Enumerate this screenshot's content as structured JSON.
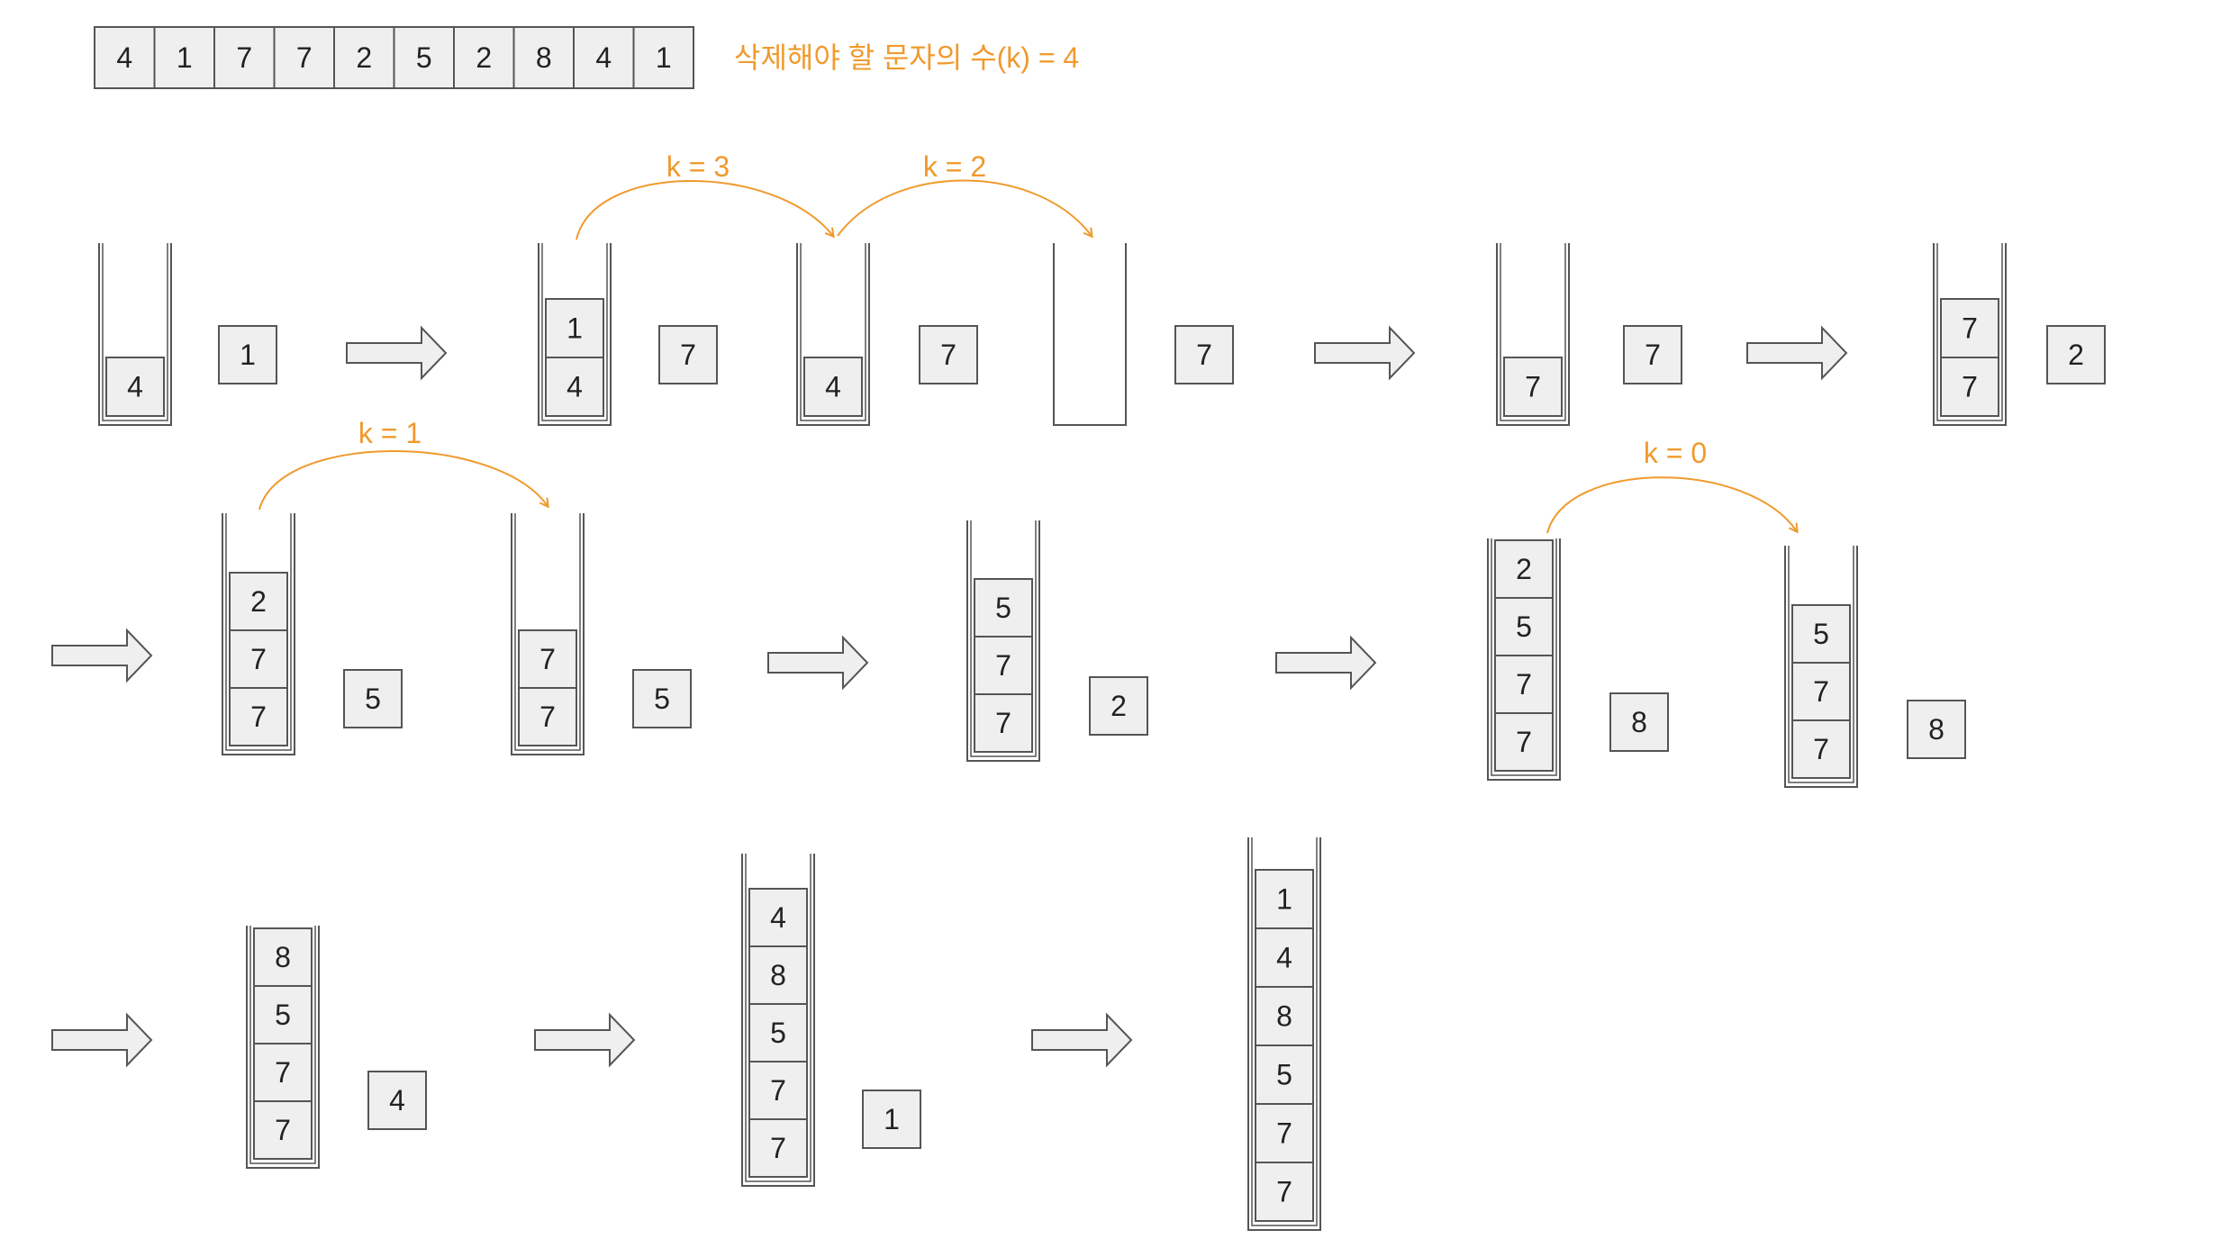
{
  "input_sequence": [
    "4",
    "1",
    "7",
    "7",
    "2",
    "5",
    "2",
    "8",
    "4",
    "1"
  ],
  "delete_count_label": "삭제해야 할 문자의 수(k) = 4",
  "colors": {
    "accent": "#f09a2e",
    "box_fill": "#efefef",
    "stroke": "#555555",
    "text": "#222222"
  },
  "stacks": [
    {
      "items": [
        "4"
      ],
      "incoming": "1"
    },
    {
      "items": [
        "4",
        "1"
      ],
      "incoming": "7"
    },
    {
      "items": [
        "4"
      ],
      "incoming": "7"
    },
    {
      "items": [],
      "incoming": "7"
    },
    {
      "items": [
        "7"
      ],
      "incoming": "7"
    },
    {
      "items": [
        "7",
        "7"
      ],
      "incoming": "2"
    },
    {
      "items": [
        "7",
        "7",
        "2"
      ],
      "incoming": "5"
    },
    {
      "items": [
        "7",
        "7"
      ],
      "incoming": "5"
    },
    {
      "items": [
        "7",
        "7",
        "5"
      ],
      "incoming": "2"
    },
    {
      "items": [
        "7",
        "7",
        "5",
        "2"
      ],
      "incoming": "8"
    },
    {
      "items": [
        "7",
        "7",
        "5"
      ],
      "incoming": "8"
    },
    {
      "items": [
        "7",
        "7",
        "5",
        "8"
      ],
      "incoming": "4"
    },
    {
      "items": [
        "7",
        "7",
        "5",
        "8",
        "4"
      ],
      "incoming": "1"
    },
    {
      "items": [
        "7",
        "7",
        "5",
        "8",
        "4",
        "1"
      ],
      "incoming": ""
    }
  ],
  "pop_annotations": [
    {
      "label": "k = 3"
    },
    {
      "label": "k = 2"
    },
    {
      "label": "k = 1"
    },
    {
      "label": "k = 0"
    }
  ],
  "arrow_icon": "right-block-arrow-icon"
}
